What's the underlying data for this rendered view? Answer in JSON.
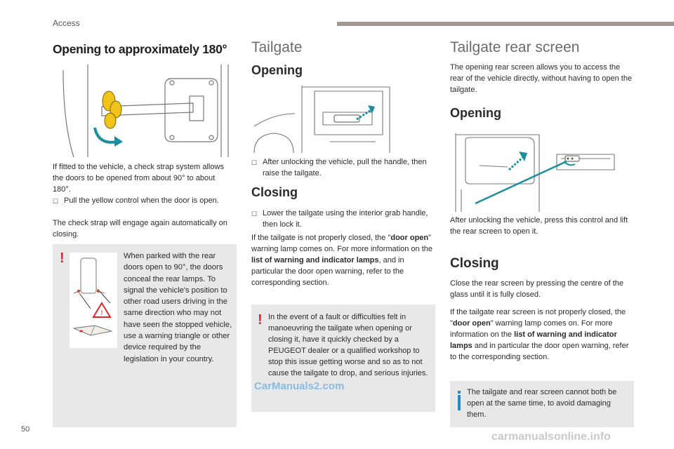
{
  "header": {
    "section": "Access"
  },
  "page_number": "50",
  "col1": {
    "title": "Opening to approximately 180°",
    "intro": "If fitted to the vehicle, a check strap system allows the doors to be opened from about 90° to about 180°.",
    "bullet": "Pull the yellow control when the door is open.",
    "after": "The check strap will engage again automatically on closing.",
    "warning": "When parked with the rear doors open to 90°, the doors conceal the rear lamps. To signal the vehicle's position to other road users driving in the same direction who may not have seen the stopped vehicle, use a warning triangle or other device required by the legislation in your country."
  },
  "col2": {
    "title": "Tailgate",
    "opening_title": "Opening",
    "opening_bullet": "After unlocking the vehicle, pull the handle, then raise the tailgate.",
    "closing_title": "Closing",
    "closing_bullet": "Lower the tailgate using the interior grab handle, then lock it.",
    "info_pre": "If the tailgate is not properly closed, the \"",
    "info_b1": "door open",
    "info_mid": "\" warning lamp comes on. For more information on the ",
    "info_b2": "list of warning and indicator lamps",
    "info_post": ", and in particular the door open warning, refer to the corresponding section.",
    "warning": "In the event of a fault or difficulties felt in manoeuvring the tailgate when opening or closing it, have it quickly checked by a PEUGEOT dealer or a qualified workshop to stop this issue getting worse and so as to not cause the tailgate to drop, and serious injuries."
  },
  "col3": {
    "title": "Tailgate rear screen",
    "intro": "The opening rear screen allows you to access the rear of the vehicle directly, without having to open the tailgate.",
    "opening_title": "Opening",
    "opening_text": "After unlocking the vehicle, press this control and lift the rear screen to open it.",
    "closing_title": "Closing",
    "closing_text": "Close the rear screen by pressing the centre of the glass until it is fully closed.",
    "info_pre": "If the tailgate rear screen is not properly closed, the \"",
    "info_b1": "door open",
    "info_mid": "\" warning lamp comes on. For more information on the ",
    "info_b2": "list of warning and indicator lamps",
    "info_post": " and in particular the door open warning, refer to the corresponding section.",
    "note": "The tailgate and rear screen cannot both be open at the same time, to avoid damaging them."
  },
  "watermark": "CarManuals2.com",
  "footer_watermark": "carmanualsonline.info",
  "colors": {
    "warning_red": "#e2262a",
    "info_blue": "#2489c8",
    "box_grey": "#e8e8e8",
    "yellow_control": "#f2c318",
    "arrow_teal": "#1b8fa0"
  }
}
